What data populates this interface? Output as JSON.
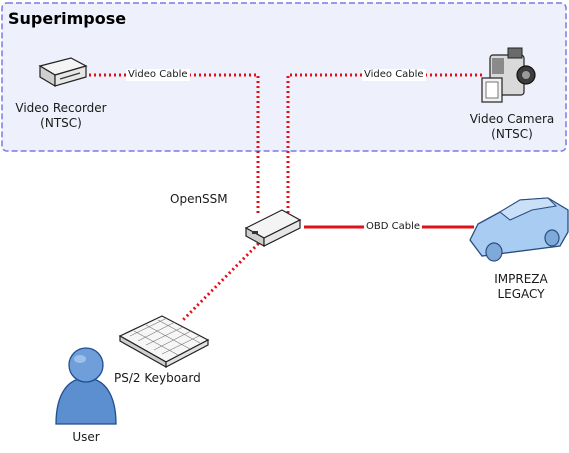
{
  "group": {
    "title": "Superimpose",
    "border_color": "#7a7ae6",
    "fill_color": "#eef0fb"
  },
  "nodes": {
    "video_recorder": {
      "line1": "Video Recorder",
      "line2": "(NTSC)",
      "icon": "video-recorder-icon"
    },
    "video_camera": {
      "line1": "Video Camera",
      "line2": "(NTSC)",
      "icon": "video-camera-icon"
    },
    "openssm": {
      "label": "OpenSSM",
      "icon": "openssm-device-icon"
    },
    "car": {
      "line1": "IMPREZA",
      "line2": "LEGACY",
      "icon": "car-icon"
    },
    "keyboard": {
      "label": "PS/2 Keyboard",
      "icon": "keyboard-icon"
    },
    "user": {
      "label": "User",
      "icon": "user-icon"
    }
  },
  "edges": {
    "recorder_cable": "Video Cable",
    "camera_cable": "Video Cable",
    "obd_cable": "OBD Cable"
  },
  "colors": {
    "cable": "#e0101a",
    "car_fill": "#a9cdf2",
    "user_fill": "#5b8fd0"
  }
}
